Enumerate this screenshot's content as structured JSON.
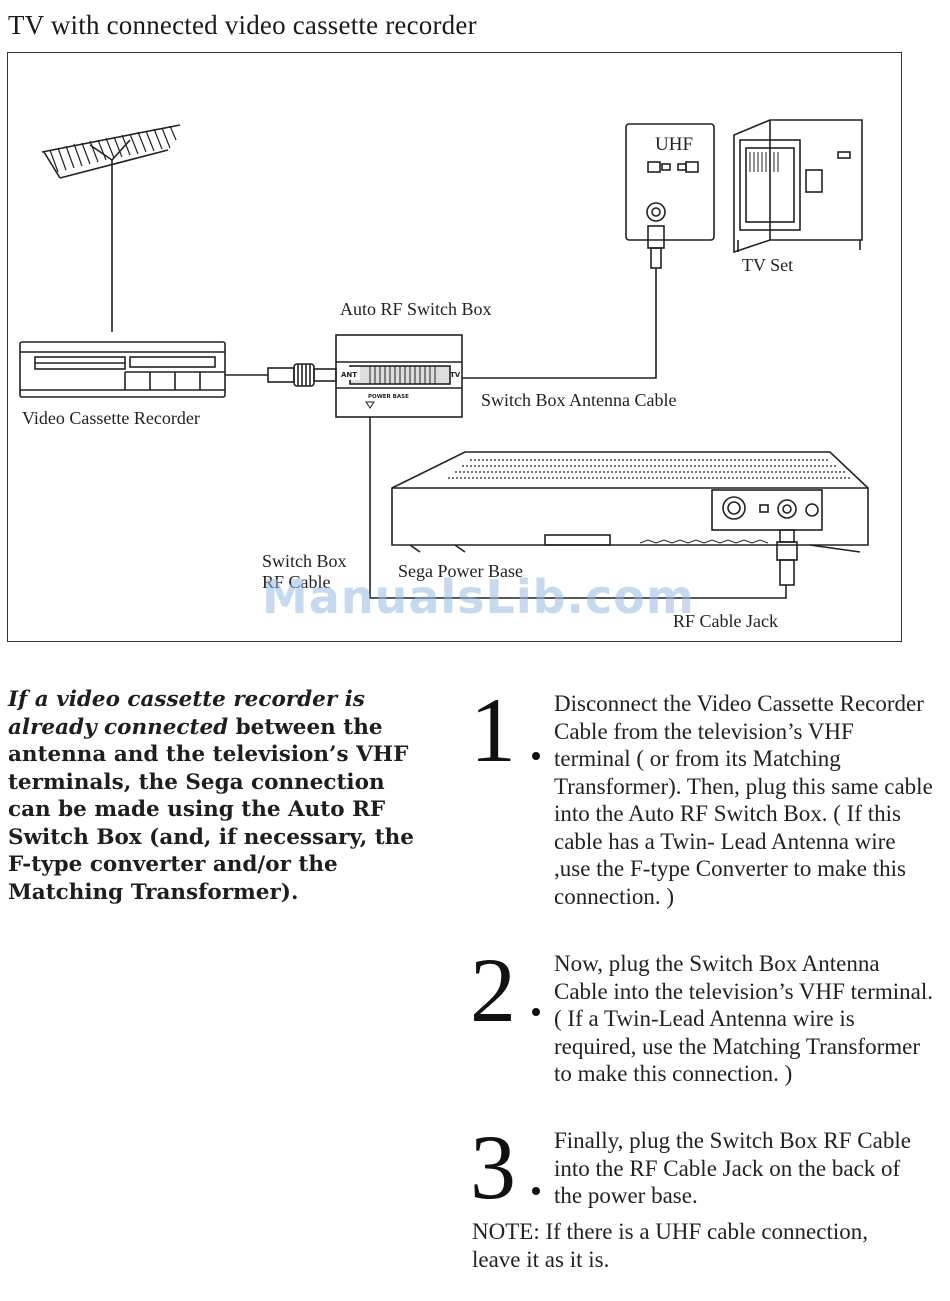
{
  "page": {
    "title": "TV with connected video cassette recorder"
  },
  "diagram": {
    "labels": {
      "uhf": "UHF",
      "tv_set": "TV Set",
      "auto_rf_switch_box": "Auto RF Switch Box",
      "switch_box_antenna_cable": "Switch Box Antenna Cable",
      "video_cassette_recorder": "Video Cassette Recorder",
      "switch_box_rf_cable_line1": "Switch Box",
      "switch_box_rf_cable_line2": "RF Cable",
      "sega_power_base": "Sega Power Base",
      "rf_cable_jack": "RF Cable Jack",
      "box_ant": "ANT",
      "box_tv": "TV",
      "box_power_base": "POWER BASE"
    }
  },
  "watermark": "ManualsLib.com",
  "intro": {
    "italic": "If a video cassette recorder is already connected",
    "rest": " between the antenna and the television’s VHF terminals, the Sega connection can be made using the Auto RF Switch Box (and, if necessary, the F-type converter and/or the Matching Transformer)."
  },
  "steps": [
    {
      "number": "1",
      "text": "Disconnect the Video Cassette Recorder Cable from the television’s VHF terminal ( or from its Matching Transformer). Then, plug this same cable into the Auto RF Switch Box. ( If this cable has a Twin- Lead Antenna wire ,use the F-type Converter to make this connection. )"
    },
    {
      "number": "2",
      "text": "Now, plug the Switch Box Antenna Cable into the television’s VHF terminal. ( If a Twin-Lead Antenna wire is required, use the Matching Transformer to make this connection. )"
    },
    {
      "number": "3",
      "text": "Finally, plug the Switch Box RF Cable into the RF Cable Jack on the back of the power base."
    }
  ],
  "note": "NOTE: If there is a UHF cable connection, leave it as it is."
}
